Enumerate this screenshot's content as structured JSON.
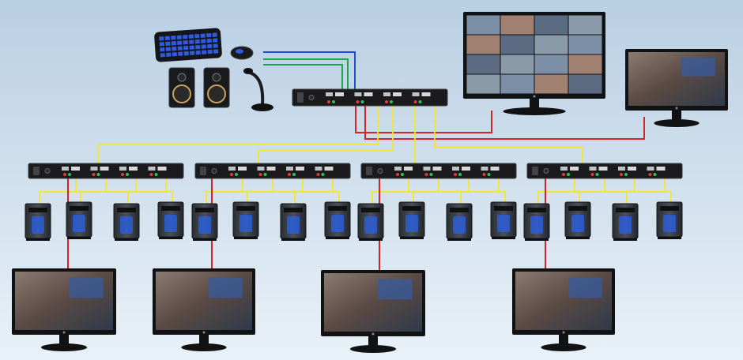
{
  "colors": {
    "bg_top": "#b9cfe3",
    "bg_bottom": "#e9f1f8",
    "usb_wire": "#1f4fd6",
    "audio_wire": "#19a64a",
    "video_wire": "#d0262a",
    "link_wire": "#f2e63a",
    "device_body": "#1b1b1d",
    "screen_bezel": "#111214",
    "pc_accent": "#2b5fe0"
  },
  "peripherals": [
    "keyboard-icon",
    "mouse-icon",
    "speaker-icon",
    "microphone-icon"
  ],
  "main_switch": {
    "role": "master-kvm-switch",
    "ports": 4
  },
  "main_displays": [
    {
      "role": "video-wall-monitor",
      "tiles": 16
    },
    {
      "role": "single-view-monitor",
      "tiles": 1
    }
  ],
  "sub_groups": [
    {
      "computers": 4,
      "monitor": "room-view-monitor"
    },
    {
      "computers": 4,
      "monitor": "corridor-view-monitor"
    },
    {
      "computers": 4,
      "monitor": "office-view-monitor"
    },
    {
      "computers": 4,
      "monitor": "hall-view-monitor"
    }
  ]
}
